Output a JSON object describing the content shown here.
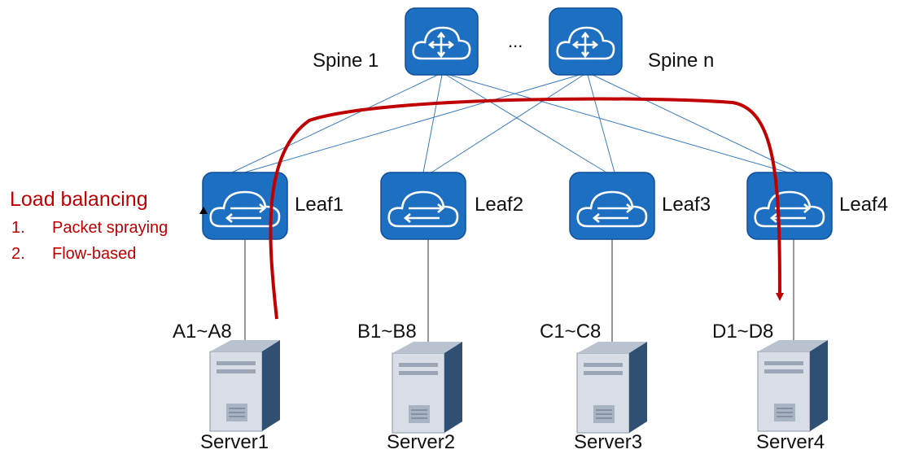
{
  "colors": {
    "device_fill": "#1d6fc2",
    "device_border": "#0f4f9c",
    "link": "#3a7bbf",
    "flow": "#c00000",
    "server_light": "#d9dee6",
    "server_dark": "#2f4f73"
  },
  "spines": [
    {
      "label": "Spine 1",
      "icon": "router-cloud-icon"
    },
    {
      "label": "Spine n",
      "icon": "router-cloud-icon"
    }
  ],
  "spine_ellipsis": "...",
  "leaves": [
    {
      "label": "Leaf1",
      "icon": "switch-cloud-icon"
    },
    {
      "label": "Leaf2",
      "icon": "switch-cloud-icon"
    },
    {
      "label": "Leaf3",
      "icon": "switch-cloud-icon"
    },
    {
      "label": "Leaf4",
      "icon": "switch-cloud-icon"
    }
  ],
  "ports": [
    "A1~A8",
    "B1~B8",
    "C1~C8",
    "D1~D8"
  ],
  "servers": [
    {
      "label": "Server1",
      "icon": "server-tower-icon"
    },
    {
      "label": "Server2",
      "icon": "server-tower-icon"
    },
    {
      "label": "Server3",
      "icon": "server-tower-icon"
    },
    {
      "label": "Server4",
      "icon": "server-tower-icon"
    }
  ],
  "load_balancing": {
    "title": "Load balancing",
    "items": [
      {
        "num": "1.",
        "text": "Packet spraying"
      },
      {
        "num": "2.",
        "text": "Flow-based"
      }
    ]
  }
}
